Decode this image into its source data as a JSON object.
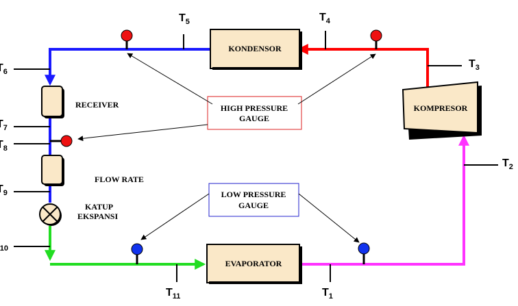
{
  "components": {
    "kondensor": "KONDENSOR",
    "evaporator": "EVAPORATOR",
    "kompresor": "KOMPRESOR",
    "receiver": "RECEIVER",
    "flow_rate": "FLOW  RATE",
    "katup_line1": "KATUP",
    "katup_line2": "EKSPANSI",
    "high_gauge_line1": "HIGH PRESSURE",
    "high_gauge_line2": "GAUGE",
    "low_gauge_line1": "LOW PRESSURE",
    "low_gauge_line2": "GAUGE"
  },
  "temperature_points": [
    {
      "letter": "T",
      "sub": "1"
    },
    {
      "letter": "T",
      "sub": "2"
    },
    {
      "letter": "T",
      "sub": "3"
    },
    {
      "letter": "T",
      "sub": "4"
    },
    {
      "letter": "T",
      "sub": "5"
    },
    {
      "letter": "T",
      "sub": "6"
    },
    {
      "letter": "T",
      "sub": "7"
    },
    {
      "letter": "T",
      "sub": "8"
    },
    {
      "letter": "T",
      "sub": "9"
    },
    {
      "letter": "T",
      "sub": "10"
    },
    {
      "letter": "T",
      "sub": "11"
    }
  ],
  "colors": {
    "high_side_liquid": "#1a1aff",
    "discharge": "#ff0000",
    "suction": "#ff33ff",
    "expansion_out": "#22dd22",
    "component_fill": "#fae8c8",
    "high_gauge_dot": "#ee1111",
    "low_gauge_dot": "#1133ee",
    "high_gauge_border": "#dd2222",
    "low_gauge_border": "#2222cc"
  }
}
